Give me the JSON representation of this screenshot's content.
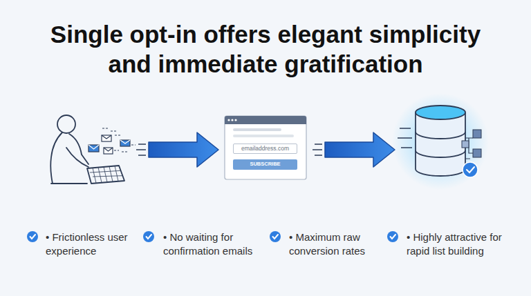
{
  "diagram": {
    "title": "Single opt-in offers elegant simplicity and immediate gratification",
    "nodes": [
      {
        "text": [
          "emailaddress.com"
        ]
      },
      {
        "text": [
          "SUBSCRIBE"
        ]
      }
    ],
    "labels": [
      "• Frictionless user experience",
      "• No waiting for confirmation emails",
      "• Maximum raw conversion rates",
      "• Highly attractive for rapid list building"
    ]
  }
}
